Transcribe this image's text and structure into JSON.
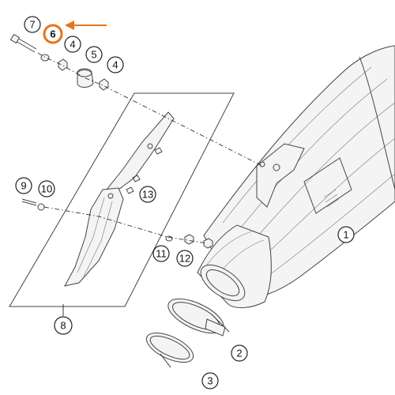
{
  "diagram": {
    "callouts": [
      {
        "id": "c7",
        "label": "7"
      },
      {
        "id": "c6",
        "label": "6",
        "highlighted": true
      },
      {
        "id": "c4a",
        "label": "4"
      },
      {
        "id": "c5",
        "label": "5"
      },
      {
        "id": "c4b",
        "label": "4"
      },
      {
        "id": "c9",
        "label": "9"
      },
      {
        "id": "c10",
        "label": "10"
      },
      {
        "id": "c13",
        "label": "13"
      },
      {
        "id": "c11",
        "label": "11"
      },
      {
        "id": "c12",
        "label": "12"
      },
      {
        "id": "c1",
        "label": "1"
      },
      {
        "id": "c8",
        "label": "8"
      },
      {
        "id": "c2",
        "label": "2"
      },
      {
        "id": "c3",
        "label": "3"
      }
    ],
    "colors": {
      "highlight": "#e8731a",
      "line": "#444444",
      "text": "#111111"
    },
    "icons": {
      "pointer": "arrow-left-icon"
    }
  }
}
